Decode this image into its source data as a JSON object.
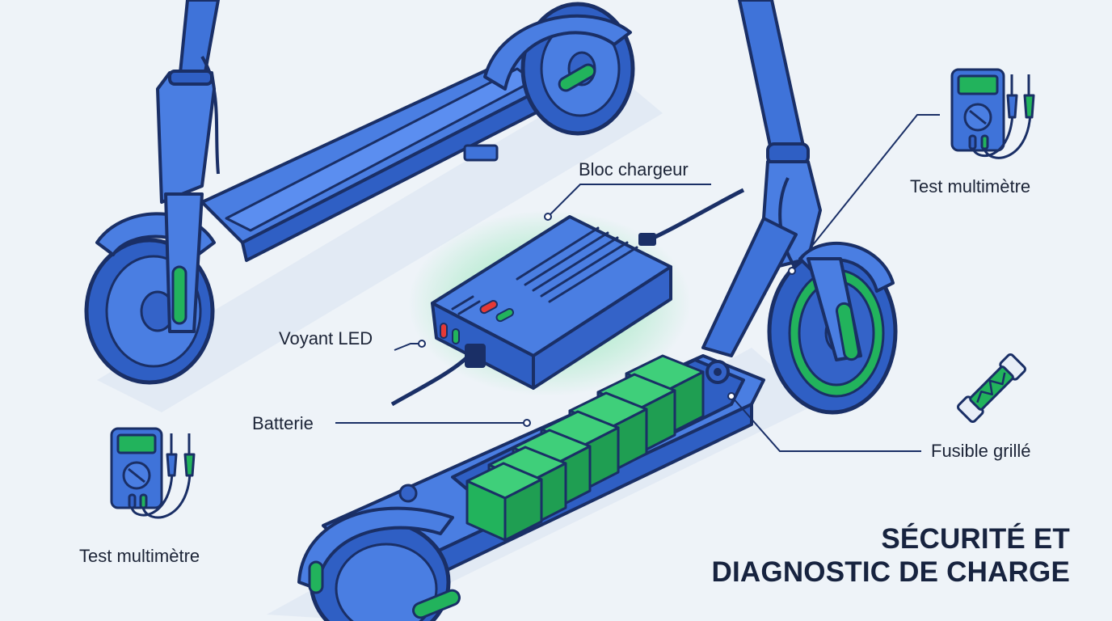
{
  "labels": {
    "charger": "Bloc chargeur",
    "multimeter_right": "Test multimètre",
    "led": "Voyant LED",
    "battery": "Batterie",
    "fuse": "Fusible grillé",
    "multimeter_left": "Test multimètre"
  },
  "title": {
    "line1": "SÉCURITÉ ET",
    "line2": "DIAGNOSTIC DE CHARGE"
  },
  "icons": [
    "scooter-icon",
    "charger-icon",
    "battery-icon",
    "multimeter-icon",
    "fuse-icon"
  ],
  "colors": {
    "background": "#eef3f8",
    "scooter_blue": "#3f73d9",
    "scooter_outline": "#1a2f66",
    "accent_green": "#22b35c",
    "led_red": "#e53935",
    "text": "#1c2437"
  }
}
